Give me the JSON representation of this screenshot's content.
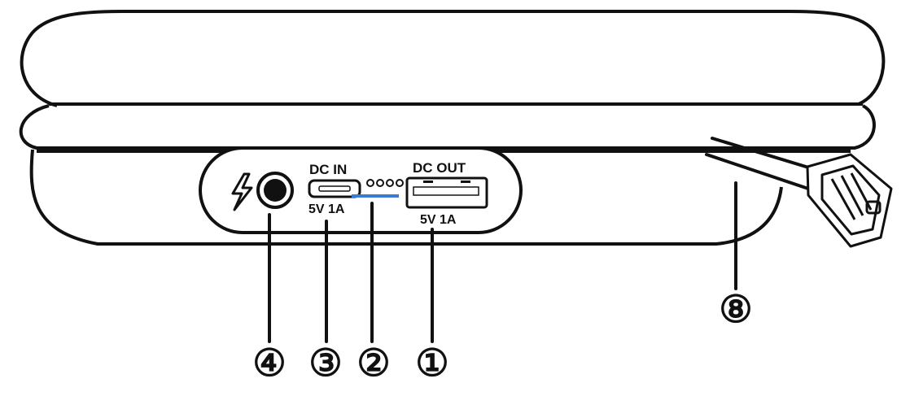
{
  "panel": {
    "dc_in_label": "DC IN",
    "dc_in_rating": "5V 1A",
    "dc_out_label": "DC OUT",
    "dc_out_rating": "5V 1A"
  },
  "callouts": [
    {
      "id": "usb-output",
      "label": "①"
    },
    {
      "id": "led-indicator",
      "label": "②"
    },
    {
      "id": "micro-usb-input",
      "label": "③"
    },
    {
      "id": "power-button",
      "label": "④"
    },
    {
      "id": "cable",
      "label": "⑧"
    }
  ],
  "icons": {
    "power": "lightning-icon",
    "button": "round-button-icon",
    "micro_usb": "micro-usb-port-icon",
    "usb": "usb-a-port-icon",
    "connector": "cable-connector-icon"
  },
  "colors": {
    "stroke": "#111111",
    "led_bar": "#3a7bd5",
    "background": "#ffffff"
  }
}
